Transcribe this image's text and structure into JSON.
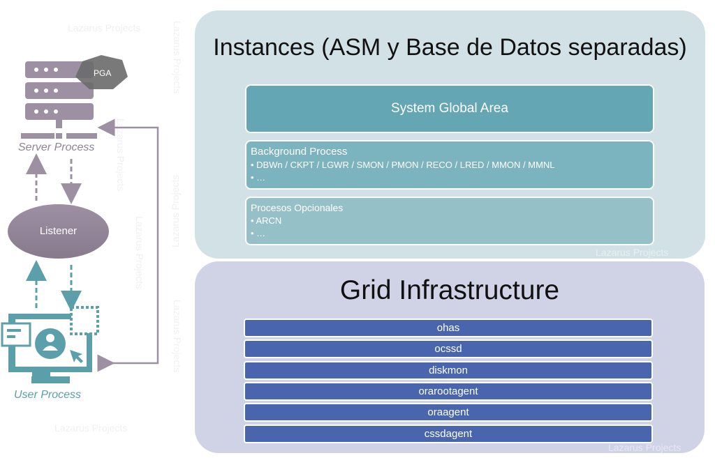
{
  "left": {
    "server_process": {
      "label": "Server Process",
      "icon": "server-icon"
    },
    "pga": {
      "label": "PGA"
    },
    "listener": {
      "label": "Listener"
    },
    "user_process": {
      "label": "User Process",
      "icon": "computer-user-icon"
    }
  },
  "instances": {
    "title": "Instances (ASM y Base de Datos separadas)",
    "sga": {
      "label": "System Global Area"
    },
    "background": {
      "title": "Background Process",
      "items": [
        "DBWn / CKPT / LGWR / SMON / PMON / RECO / LRED / MMON / MMNL",
        "…"
      ]
    },
    "optional": {
      "title": "Procesos Opcionales",
      "items": [
        "ARCN",
        "…"
      ]
    }
  },
  "grid": {
    "title": "Grid Infrastructure",
    "items": [
      "ohas",
      "ocssd",
      "diskmon",
      "orarootagent",
      "oraagent",
      "cssdagent"
    ]
  },
  "watermark": "Lazarus Projects",
  "colors": {
    "server_purple": "#9d90a3",
    "user_teal": "#5a9faa",
    "sga": "#64a6b3",
    "grid_item": "#4965ae",
    "instances_bg": "#d2e1e6",
    "grid_bg": "#d0d3e5"
  }
}
